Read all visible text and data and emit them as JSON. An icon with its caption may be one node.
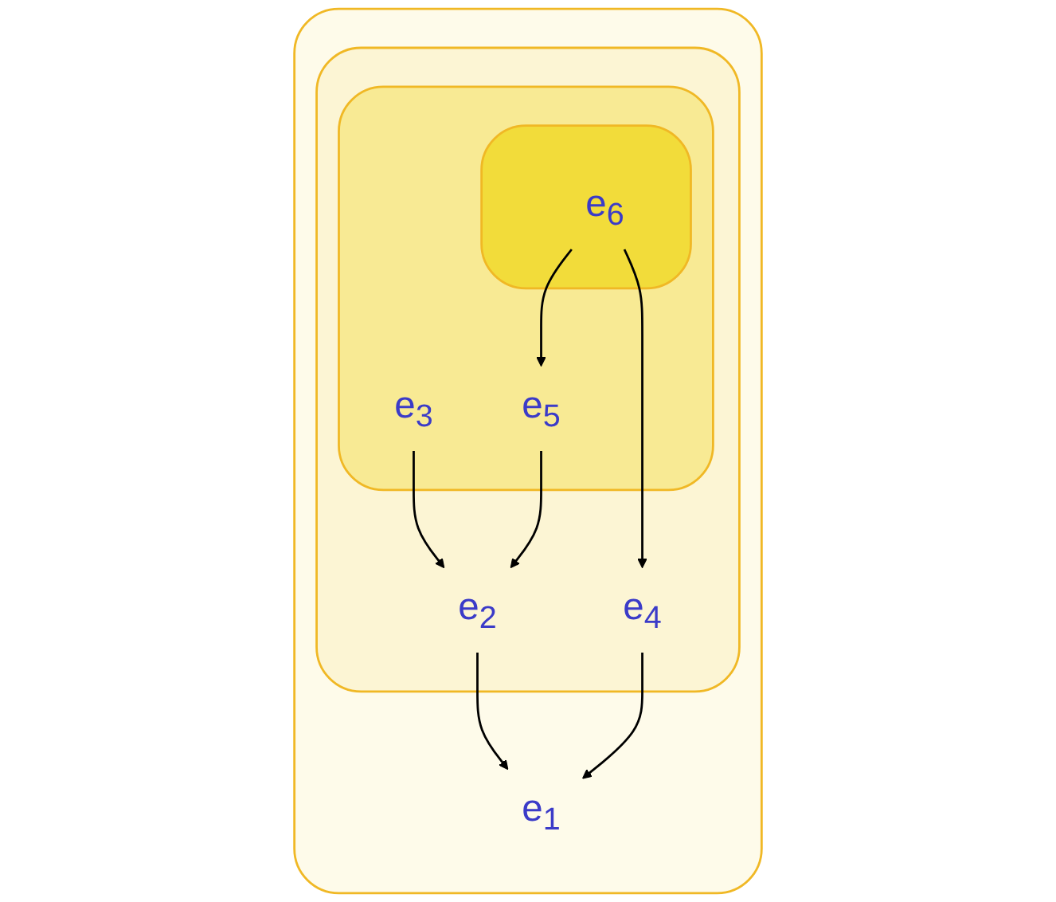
{
  "diagram": {
    "nodes": [
      {
        "text": [],
        "shape": "blob"
      },
      {
        "text": [
          "e$_{1}$"
        ],
        "in": 0
      },
      {
        "text": [],
        "shape": "blob",
        "in": 0
      },
      {
        "text": [
          "e$_{2}$"
        ],
        "in": 2
      },
      {
        "text": [
          "e$_{4}$"
        ],
        "in": 2
      },
      {
        "text": [],
        "shape": "blob",
        "in": 2
      },
      {
        "text": [
          "e$_{3}$"
        ],
        "in": 5
      },
      {
        "text": [
          "e$_{5}$"
        ],
        "in": 5
      },
      {
        "text": [],
        "shape": "blob",
        "in": 5
      },
      {
        "text": [
          "e$_{6}$"
        ],
        "in": 8
      }
    ],
    "edges": [
      {
        "from": 3,
        "to": 1,
        "arrow": "to"
      },
      {
        "from": 4,
        "to": 1,
        "arrow": "to"
      },
      {
        "from": 6,
        "to": 3,
        "arrow": "to"
      },
      {
        "from": 7,
        "to": 3,
        "arrow": "to"
      },
      {
        "from": 9,
        "to": 7,
        "arrow": "to"
      },
      {
        "from": 9,
        "to": 4,
        "arrow": "to"
      }
    ]
  }
}
